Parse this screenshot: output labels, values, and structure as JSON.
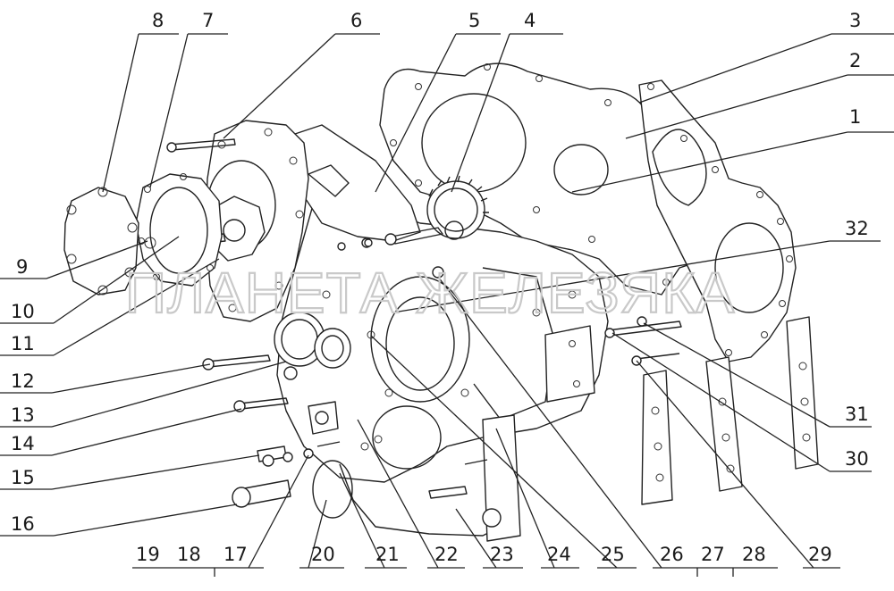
{
  "watermark": "ПЛАНЕТА ЖЕЛЕЗЯКА",
  "callouts": [
    "1",
    "2",
    "3",
    "4",
    "5",
    "6",
    "7",
    "8",
    "9",
    "10",
    "11",
    "12",
    "13",
    "14",
    "15",
    "16",
    "17",
    "18",
    "19",
    "20",
    "21",
    "22",
    "23",
    "24",
    "25",
    "26",
    "27",
    "28",
    "29",
    "30",
    "31",
    "32"
  ]
}
